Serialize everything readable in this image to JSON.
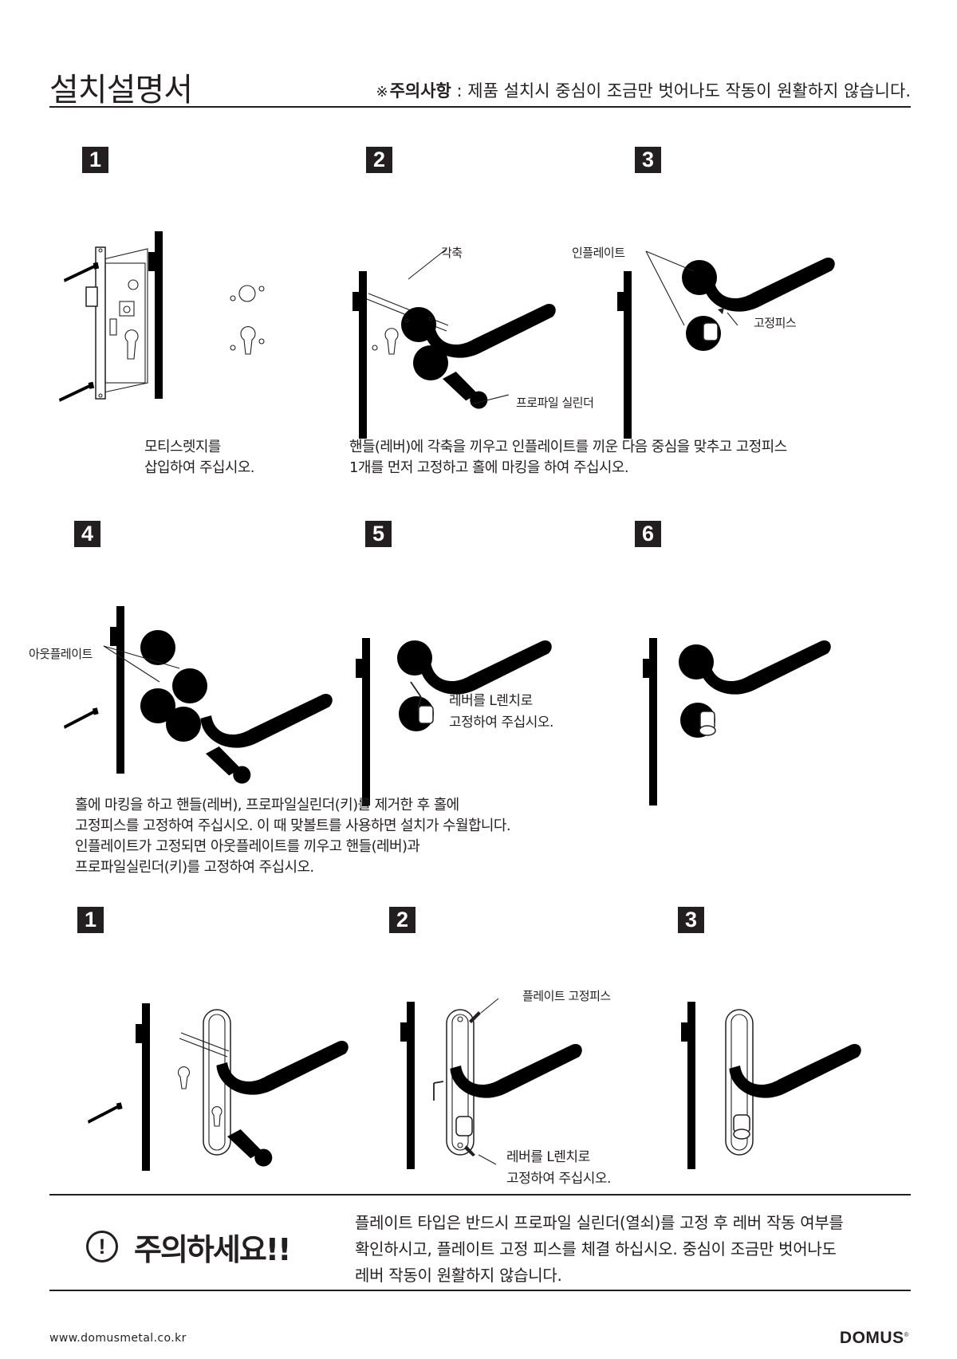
{
  "header": {
    "title": "설치설명서",
    "notice_mark": "※",
    "notice_label": "주의사항",
    "notice_text": " :  제품 설치시 중심이 조금만 벗어나도 작동이 원활하지 않습니다."
  },
  "section1": {
    "steps": [
      "1",
      "2",
      "3"
    ],
    "labels": {
      "spindle": "각축",
      "inner_plate": "인플레이트",
      "fixing_screw": "고정피스",
      "profile_cylinder": "프로파일 실린더"
    },
    "caption_left": [
      "모티스렛지를",
      "삽입하여 주십시오."
    ],
    "caption_right": [
      "핸들(레버)에 각축을 끼우고 인플레이트를 끼운 다음 중심을 맞추고 고정피스",
      "1개를 먼저 고정하고 홀에 마킹을 하여 주십시오."
    ]
  },
  "section2": {
    "steps": [
      "4",
      "5",
      "6"
    ],
    "labels": {
      "outer_plate": "아웃플레이트",
      "fix_with_wrench": [
        "레버를 L렌치로",
        "고정하여 주십시오."
      ]
    },
    "caption": [
      "홀에 마킹을 하고 핸들(레버), 프로파일실린더(키)를 제거한 후 홀에",
      "고정피스를 고정하여 주십시오. 이 때 맞볼트를 사용하면 설치가 수월합니다.",
      "인플레이트가 고정되면 아웃플레이트를 끼우고 핸들(레버)과",
      "프로파일실린더(키)를 고정하여 주십시오."
    ]
  },
  "section3": {
    "steps": [
      "1",
      "2",
      "3"
    ],
    "labels": {
      "plate_fixing_screw": "플레이트 고정피스",
      "fix_with_wrench": [
        "레버를 L렌치로",
        "고정하여 주십시오."
      ]
    }
  },
  "warning": {
    "icon_glyph": "!",
    "title": "주의하세요!!",
    "lines": [
      "플레이트 타입은 반드시 프로파일 실린더(열쇠)를 고정 후 레버 작동 여부를",
      "확인하시고, 플레이트 고정 피스를 체결 하십시오. 중심이 조금만 벗어나도",
      "레버 작동이 원활하지 않습니다."
    ]
  },
  "footer": {
    "url": "www.domusmetal.co.kr",
    "brand": "DOMUS",
    "brand_mark": "®"
  }
}
